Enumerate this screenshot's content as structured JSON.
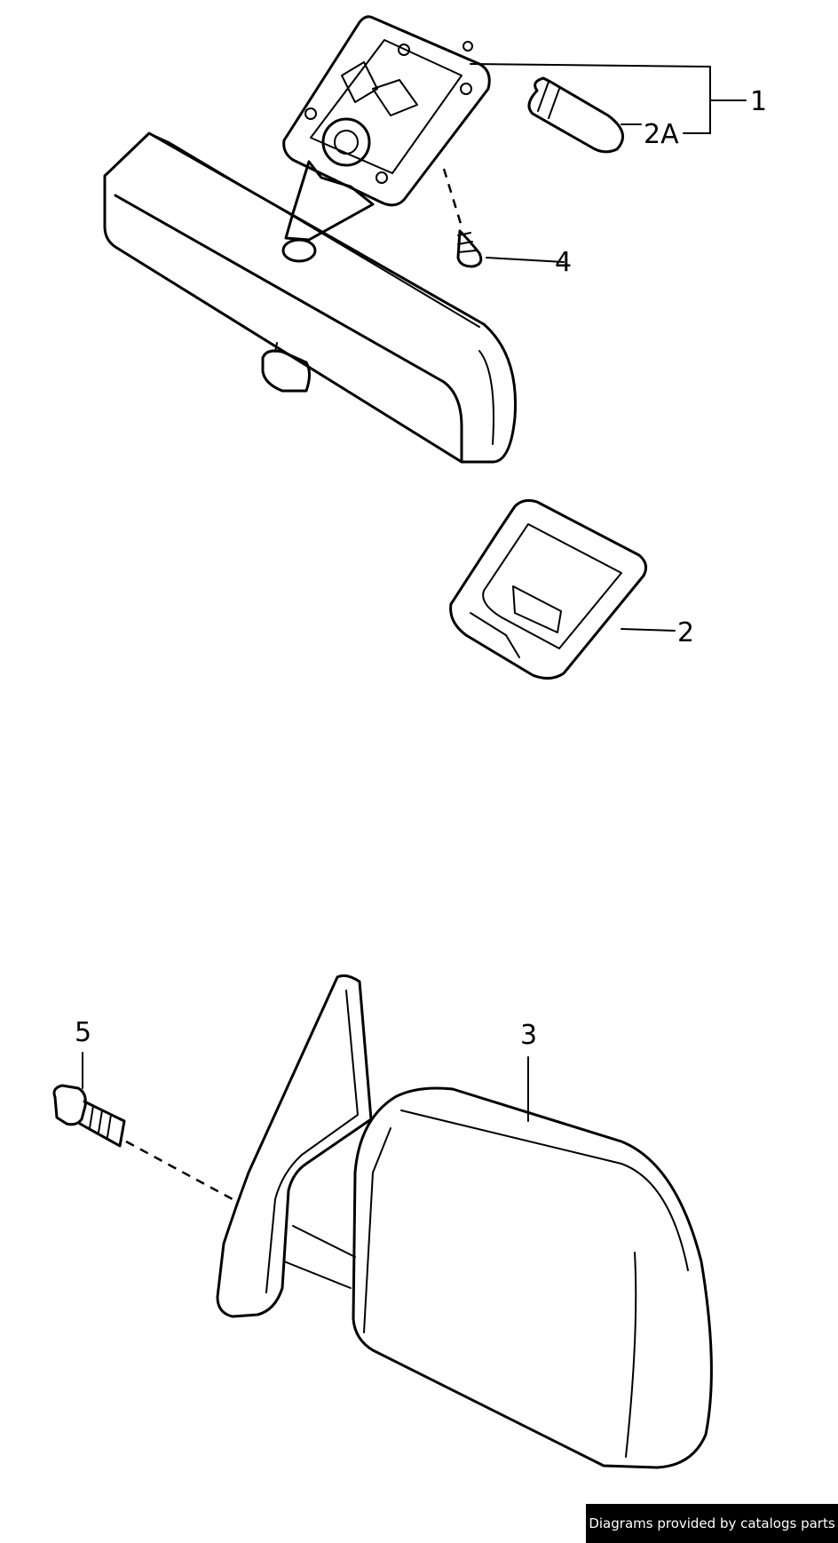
{
  "callouts": {
    "c1": "1",
    "c2a": "2A",
    "c2": "2",
    "c3": "3",
    "c4": "4",
    "c5": "5"
  },
  "footer": {
    "credit": "Diagrams provided by catalogs parts"
  },
  "colors": {
    "line": "#000000",
    "background": "#ffffff",
    "credit_bg": "#000000",
    "credit_text": "#ffffff"
  }
}
